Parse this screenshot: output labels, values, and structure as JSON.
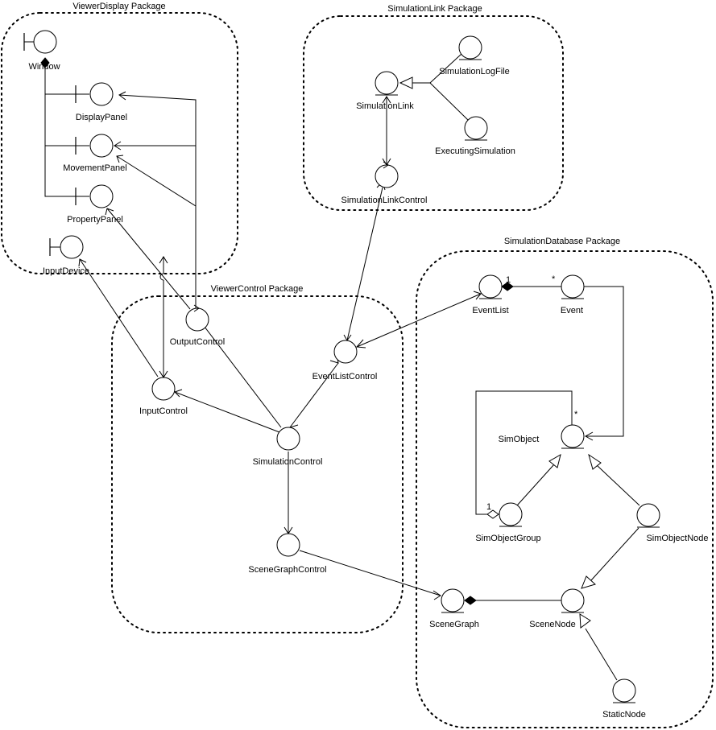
{
  "packages": {
    "viewer_display": "ViewerDisplay Package",
    "simulation_link": "SimulationLink Package",
    "simulation_database": "SimulationDatabase Package",
    "viewer_control": "ViewerControl Package"
  },
  "classes": {
    "window": "Window",
    "display_panel": "DisplayPanel",
    "movement_panel": "MovementPanel",
    "property_panel": "PropertyPanel",
    "input_device": "InputDevice",
    "simulation_link": "SimulationLink",
    "simulation_log_file": "SimulationLogFile",
    "executing_simulation": "ExecutingSimulation",
    "simulation_link_control": "SimulationLinkControl",
    "output_control": "OutputControl",
    "event_list_control": "EventListControl",
    "input_control": "InputControl",
    "simulation_control": "SimulationControl",
    "scene_graph_control": "SceneGraphControl",
    "event_list": "EventList",
    "event": "Event",
    "sim_object": "SimObject",
    "sim_object_group": "SimObjectGroup",
    "sim_object_node": "SimObjectNode",
    "scene_graph": "SceneGraph",
    "scene_node": "SceneNode",
    "static_node": "StaticNode"
  },
  "multiplicities": {
    "event_list_one": "1",
    "event_many": "*",
    "sim_object_many": "*",
    "group_one": "1"
  }
}
